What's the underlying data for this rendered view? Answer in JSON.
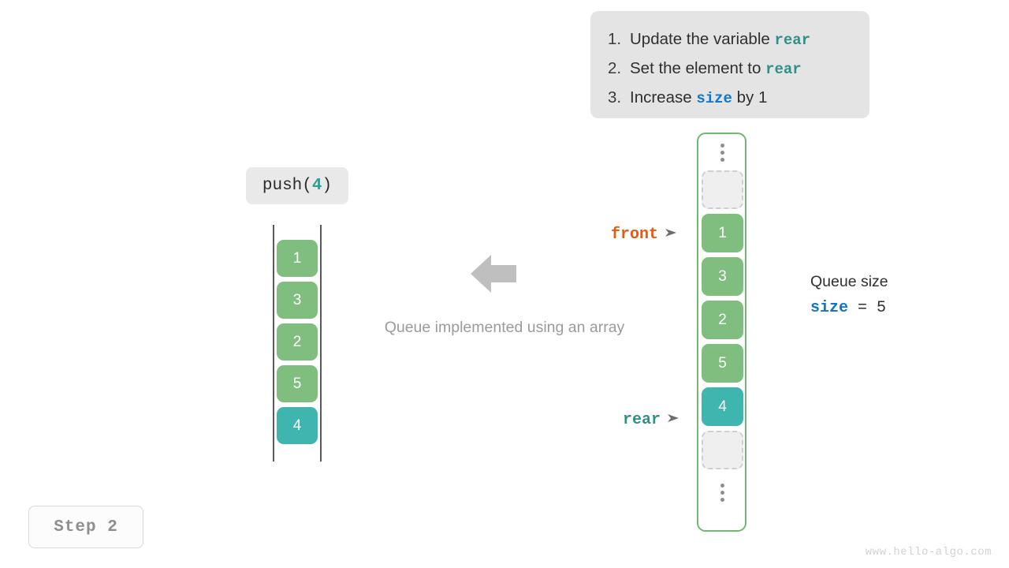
{
  "instructions": {
    "steps": [
      {
        "num": "1.",
        "pre": "Update the variable ",
        "keyword": "rear",
        "keyword_kind": "rear",
        "post": ""
      },
      {
        "num": "2.",
        "pre": "Set the element to ",
        "keyword": "rear",
        "keyword_kind": "rear",
        "post": ""
      },
      {
        "num": "3.",
        "pre": "Increase ",
        "keyword": "size",
        "keyword_kind": "size",
        "post": " by 1"
      }
    ]
  },
  "operation": {
    "name": "push",
    "open_paren": "(",
    "argument": "4",
    "close_paren": ")"
  },
  "left_array": {
    "cells": [
      {
        "value": "1",
        "style": "green"
      },
      {
        "value": "3",
        "style": "green"
      },
      {
        "value": "2",
        "style": "green"
      },
      {
        "value": "5",
        "style": "green"
      },
      {
        "value": "4",
        "style": "teal"
      }
    ]
  },
  "center": {
    "caption": "Queue implemented using an array",
    "arrow_direction": "left"
  },
  "right_array": {
    "top_ellipsis": "⋮",
    "bottom_ellipsis": "⋮",
    "slots": [
      {
        "value": "",
        "style": "empty"
      },
      {
        "value": "1",
        "style": "green"
      },
      {
        "value": "3",
        "style": "green"
      },
      {
        "value": "2",
        "style": "green"
      },
      {
        "value": "5",
        "style": "green"
      },
      {
        "value": "4",
        "style": "teal"
      },
      {
        "value": "",
        "style": "empty"
      }
    ]
  },
  "pointers": {
    "front": {
      "label": "front",
      "arrow": "➤",
      "color": "#e8590c"
    },
    "rear": {
      "label": "rear",
      "arrow": "➤",
      "color": "#2e9187"
    }
  },
  "queue_size": {
    "title": "Queue size",
    "variable": "size",
    "equals": " = ",
    "value": "5"
  },
  "step_badge": {
    "label": "Step 2"
  },
  "watermark": {
    "text": "www.hello-algo.com"
  },
  "colors": {
    "cell_green": "#7fbe7f",
    "cell_teal": "#3eb5ae",
    "keyword_rear": "#2e9187",
    "keyword_size": "#1476c6",
    "front_orange": "#e8590c",
    "border_green": "#74b774",
    "card_background": "#e4e4e4",
    "chip_background": "#e9e9e9",
    "caption_gray": "#9b9b9b",
    "arrow_gray": "#bfbfbf"
  }
}
